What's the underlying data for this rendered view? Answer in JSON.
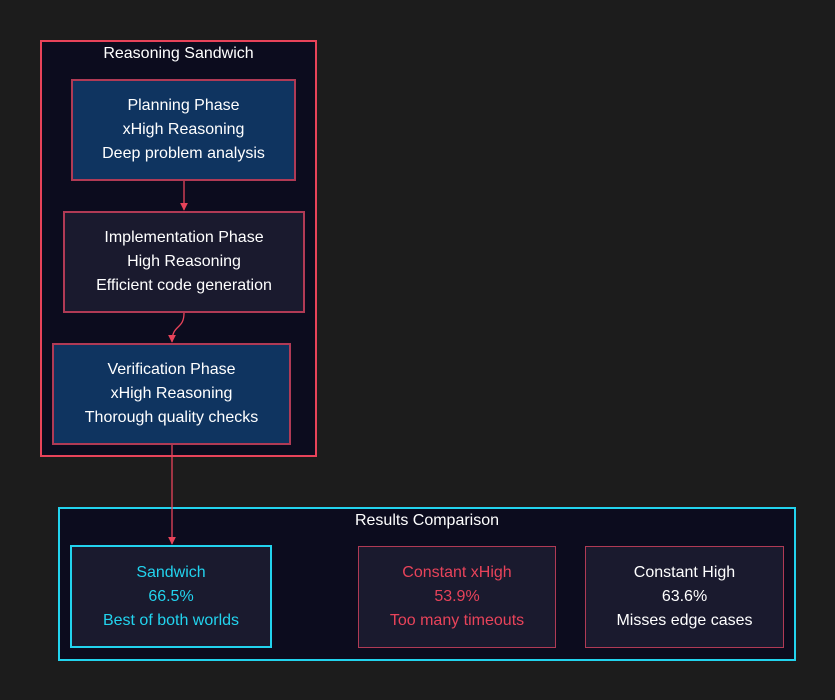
{
  "sandwich": {
    "title": "Reasoning Sandwich",
    "planning": {
      "line1": "Planning Phase",
      "line2": "xHigh Reasoning",
      "line3": "Deep problem analysis"
    },
    "implementation": {
      "line1": "Implementation Phase",
      "line2": "High Reasoning",
      "line3": "Efficient code generation"
    },
    "verification": {
      "line1": "Verification Phase",
      "line2": "xHigh Reasoning",
      "line3": "Thorough quality checks"
    }
  },
  "results": {
    "title": "Results Comparison",
    "sandwich": {
      "line1": "Sandwich",
      "line2": "66.5%",
      "line3": "Best of both worlds"
    },
    "constant_xhigh": {
      "line1": "Constant xHigh",
      "line2": "53.9%",
      "line3": "Too many timeouts"
    },
    "constant_high": {
      "line1": "Constant High",
      "line2": "63.6%",
      "line3": "Misses edge cases"
    }
  },
  "colors": {
    "background": "#1c1c1c",
    "group_fill": "#0c0c1e",
    "accent_red": "#e8435a",
    "accent_cyan": "#22d3ee",
    "node_blue": "#0f3460",
    "node_dark": "#1a1a2e",
    "node_border": "#b03a55"
  }
}
